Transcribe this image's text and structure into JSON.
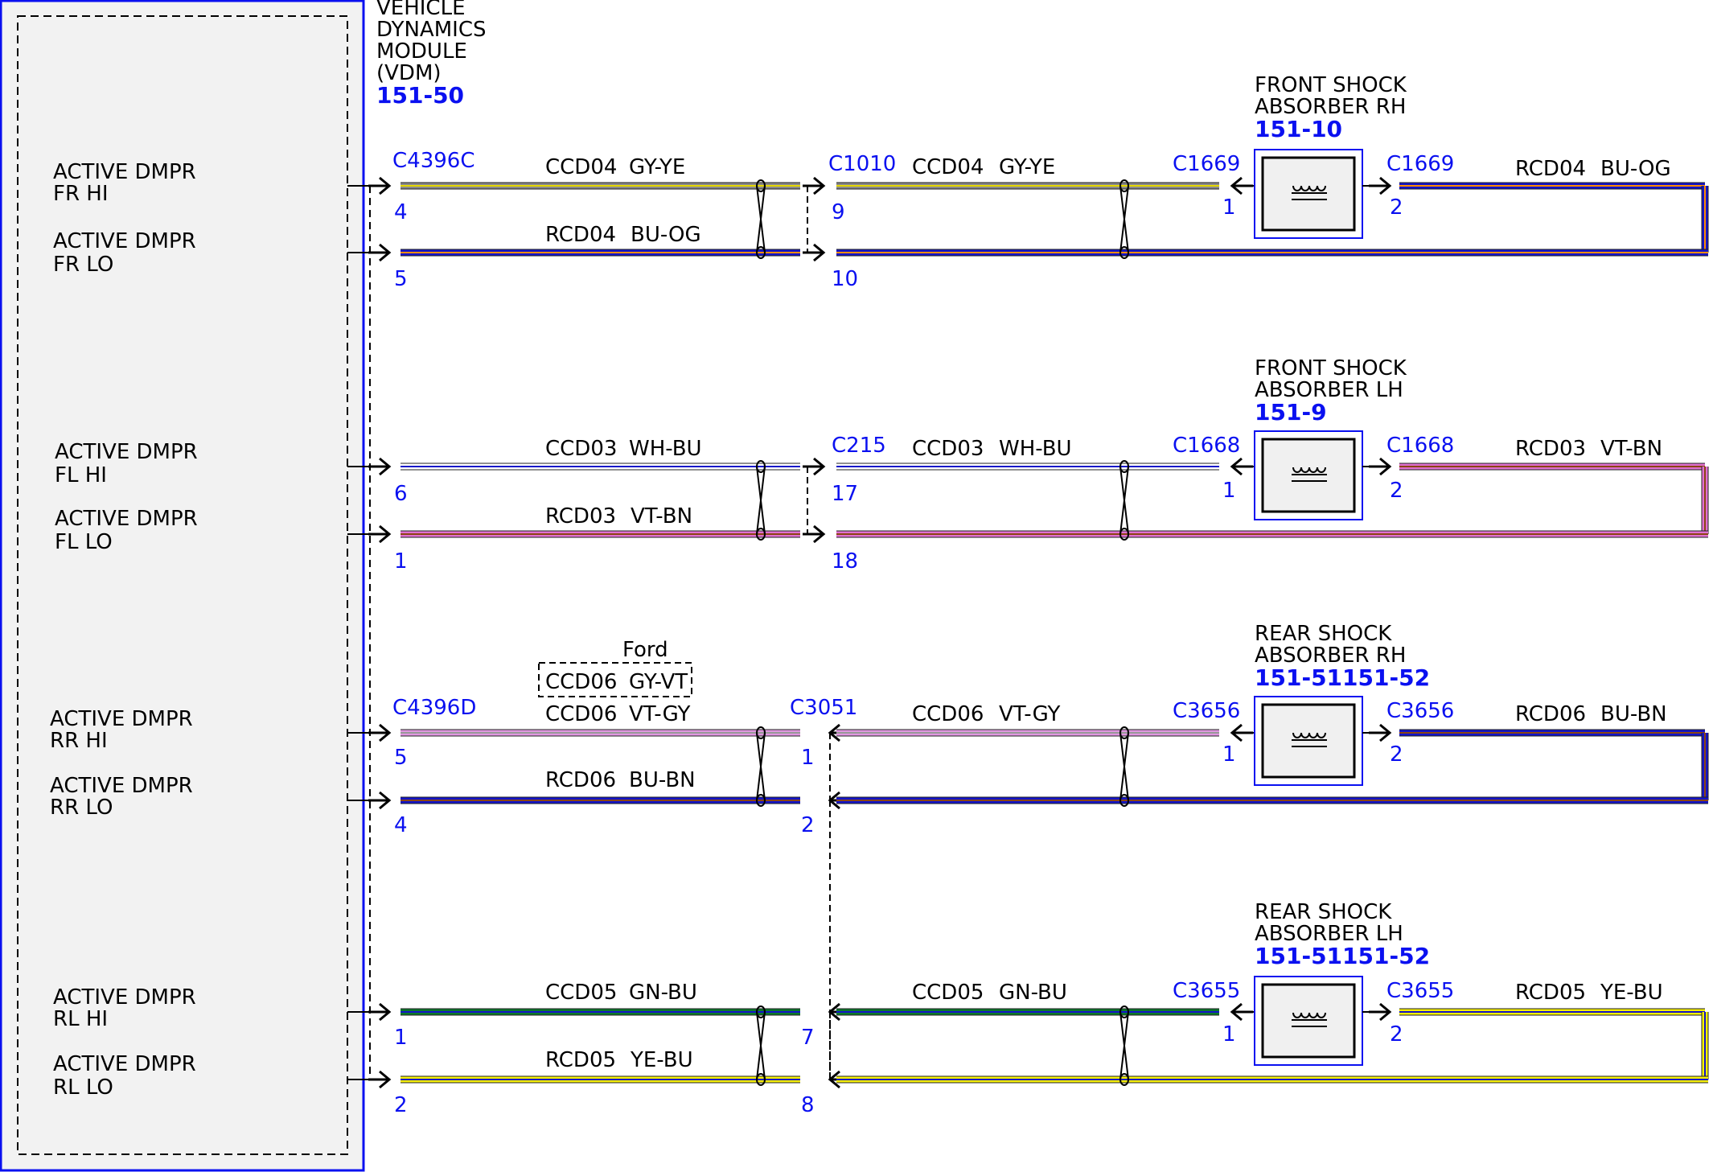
{
  "module": {
    "name_lines": [
      "VEHICLE",
      "DYNAMICS",
      "MODULE",
      "(VDM)"
    ],
    "ref": "151-50"
  },
  "module_pins": [
    {
      "line1": "ACTIVE DMPR",
      "line2": "FR HI"
    },
    {
      "line1": "ACTIVE DMPR",
      "line2": "FR LO"
    },
    {
      "line1": "ACTIVE DMPR",
      "line2": "FL HI"
    },
    {
      "line1": "ACTIVE DMPR",
      "line2": "FL LO"
    },
    {
      "line1": "ACTIVE DMPR",
      "line2": "RR HI"
    },
    {
      "line1": "ACTIVE DMPR",
      "line2": "RR LO"
    },
    {
      "line1": "ACTIVE DMPR",
      "line2": "RL HI"
    },
    {
      "line1": "ACTIVE DMPR",
      "line2": "RL LO"
    }
  ],
  "colors": {
    "GY-YE": [
      "#8a8a8a",
      "#e5d800"
    ],
    "BU-OG": [
      "#1414c8",
      "#ff8c00"
    ],
    "WH-BU": [
      "#ffffff",
      "#1414c8"
    ],
    "VT-BN": [
      "#e070d0",
      "#8b4513"
    ],
    "VT-GY": [
      "#e098e0",
      "#999999"
    ],
    "BU-BN": [
      "#1414c8",
      "#8b4513"
    ],
    "GN-BU": [
      "#0a7a2a",
      "#1414c8"
    ],
    "YE-BU": [
      "#f5f000",
      "#1414c8"
    ],
    "module_blue": "#0a10f0"
  },
  "groups": [
    {
      "conn_a": "C4396C",
      "conn_b": "C1010",
      "conn_b_dir": "right",
      "hi": {
        "pin_a": "4",
        "pin_b": "9",
        "wire": "CCD04",
        "color": "GY-YE"
      },
      "lo": {
        "pin_a": "5",
        "pin_b": "10",
        "wire": "RCD04",
        "color": "BU-OG"
      },
      "mid_label": {
        "wire": "CCD04",
        "color": "GY-YE"
      },
      "component": {
        "line1": "FRONT SHOCK",
        "line2": "ABSORBER RH",
        "ref": "151-10"
      },
      "comp_conn": "C1669",
      "comp_pin_in": "1",
      "comp_pin_out": "2",
      "return": {
        "wire": "RCD04",
        "color": "BU-OG"
      },
      "option": null
    },
    {
      "conn_a": "",
      "conn_b": "C215",
      "conn_b_dir": "right",
      "hi": {
        "pin_a": "6",
        "pin_b": "17",
        "wire": "CCD03",
        "color": "WH-BU"
      },
      "lo": {
        "pin_a": "1",
        "pin_b": "18",
        "wire": "RCD03",
        "color": "VT-BN"
      },
      "mid_label": {
        "wire": "CCD03",
        "color": "WH-BU"
      },
      "component": {
        "line1": "FRONT SHOCK",
        "line2": "ABSORBER LH",
        "ref": "151-9"
      },
      "comp_conn": "C1668",
      "comp_pin_in": "1",
      "comp_pin_out": "2",
      "return": {
        "wire": "RCD03",
        "color": "VT-BN"
      },
      "option": null
    },
    {
      "conn_a": "C4396D",
      "conn_b": "C3051",
      "conn_b_dir": "left",
      "hi": {
        "pin_a": "5",
        "pin_b": "1",
        "wire": "CCD06",
        "color": "VT-GY"
      },
      "lo": {
        "pin_a": "4",
        "pin_b": "2",
        "wire": "RCD06",
        "color": "BU-BN"
      },
      "mid_label": {
        "wire": "CCD06",
        "color": "VT-GY"
      },
      "component": {
        "line1": "REAR SHOCK",
        "line2": "ABSORBER RH",
        "ref": "151-51151-52"
      },
      "comp_conn": "C3656",
      "comp_pin_in": "1",
      "comp_pin_out": "2",
      "return": {
        "wire": "RCD06",
        "color": "BU-BN"
      },
      "option": {
        "title": "Ford",
        "wire": "CCD06",
        "color": "GY-VT"
      }
    },
    {
      "conn_a": "",
      "conn_b": "",
      "conn_b_dir": "left",
      "hi": {
        "pin_a": "1",
        "pin_b": "7",
        "wire": "CCD05",
        "color": "GN-BU"
      },
      "lo": {
        "pin_a": "2",
        "pin_b": "8",
        "wire": "RCD05",
        "color": "YE-BU"
      },
      "mid_label": {
        "wire": "CCD05",
        "color": "GN-BU"
      },
      "component": {
        "line1": "REAR SHOCK",
        "line2": "ABSORBER LH",
        "ref": "151-51151-52"
      },
      "comp_conn": "C3655",
      "comp_pin_in": "1",
      "comp_pin_out": "2",
      "return": {
        "wire": "RCD05",
        "color": "YE-BU"
      },
      "option": null
    }
  ]
}
